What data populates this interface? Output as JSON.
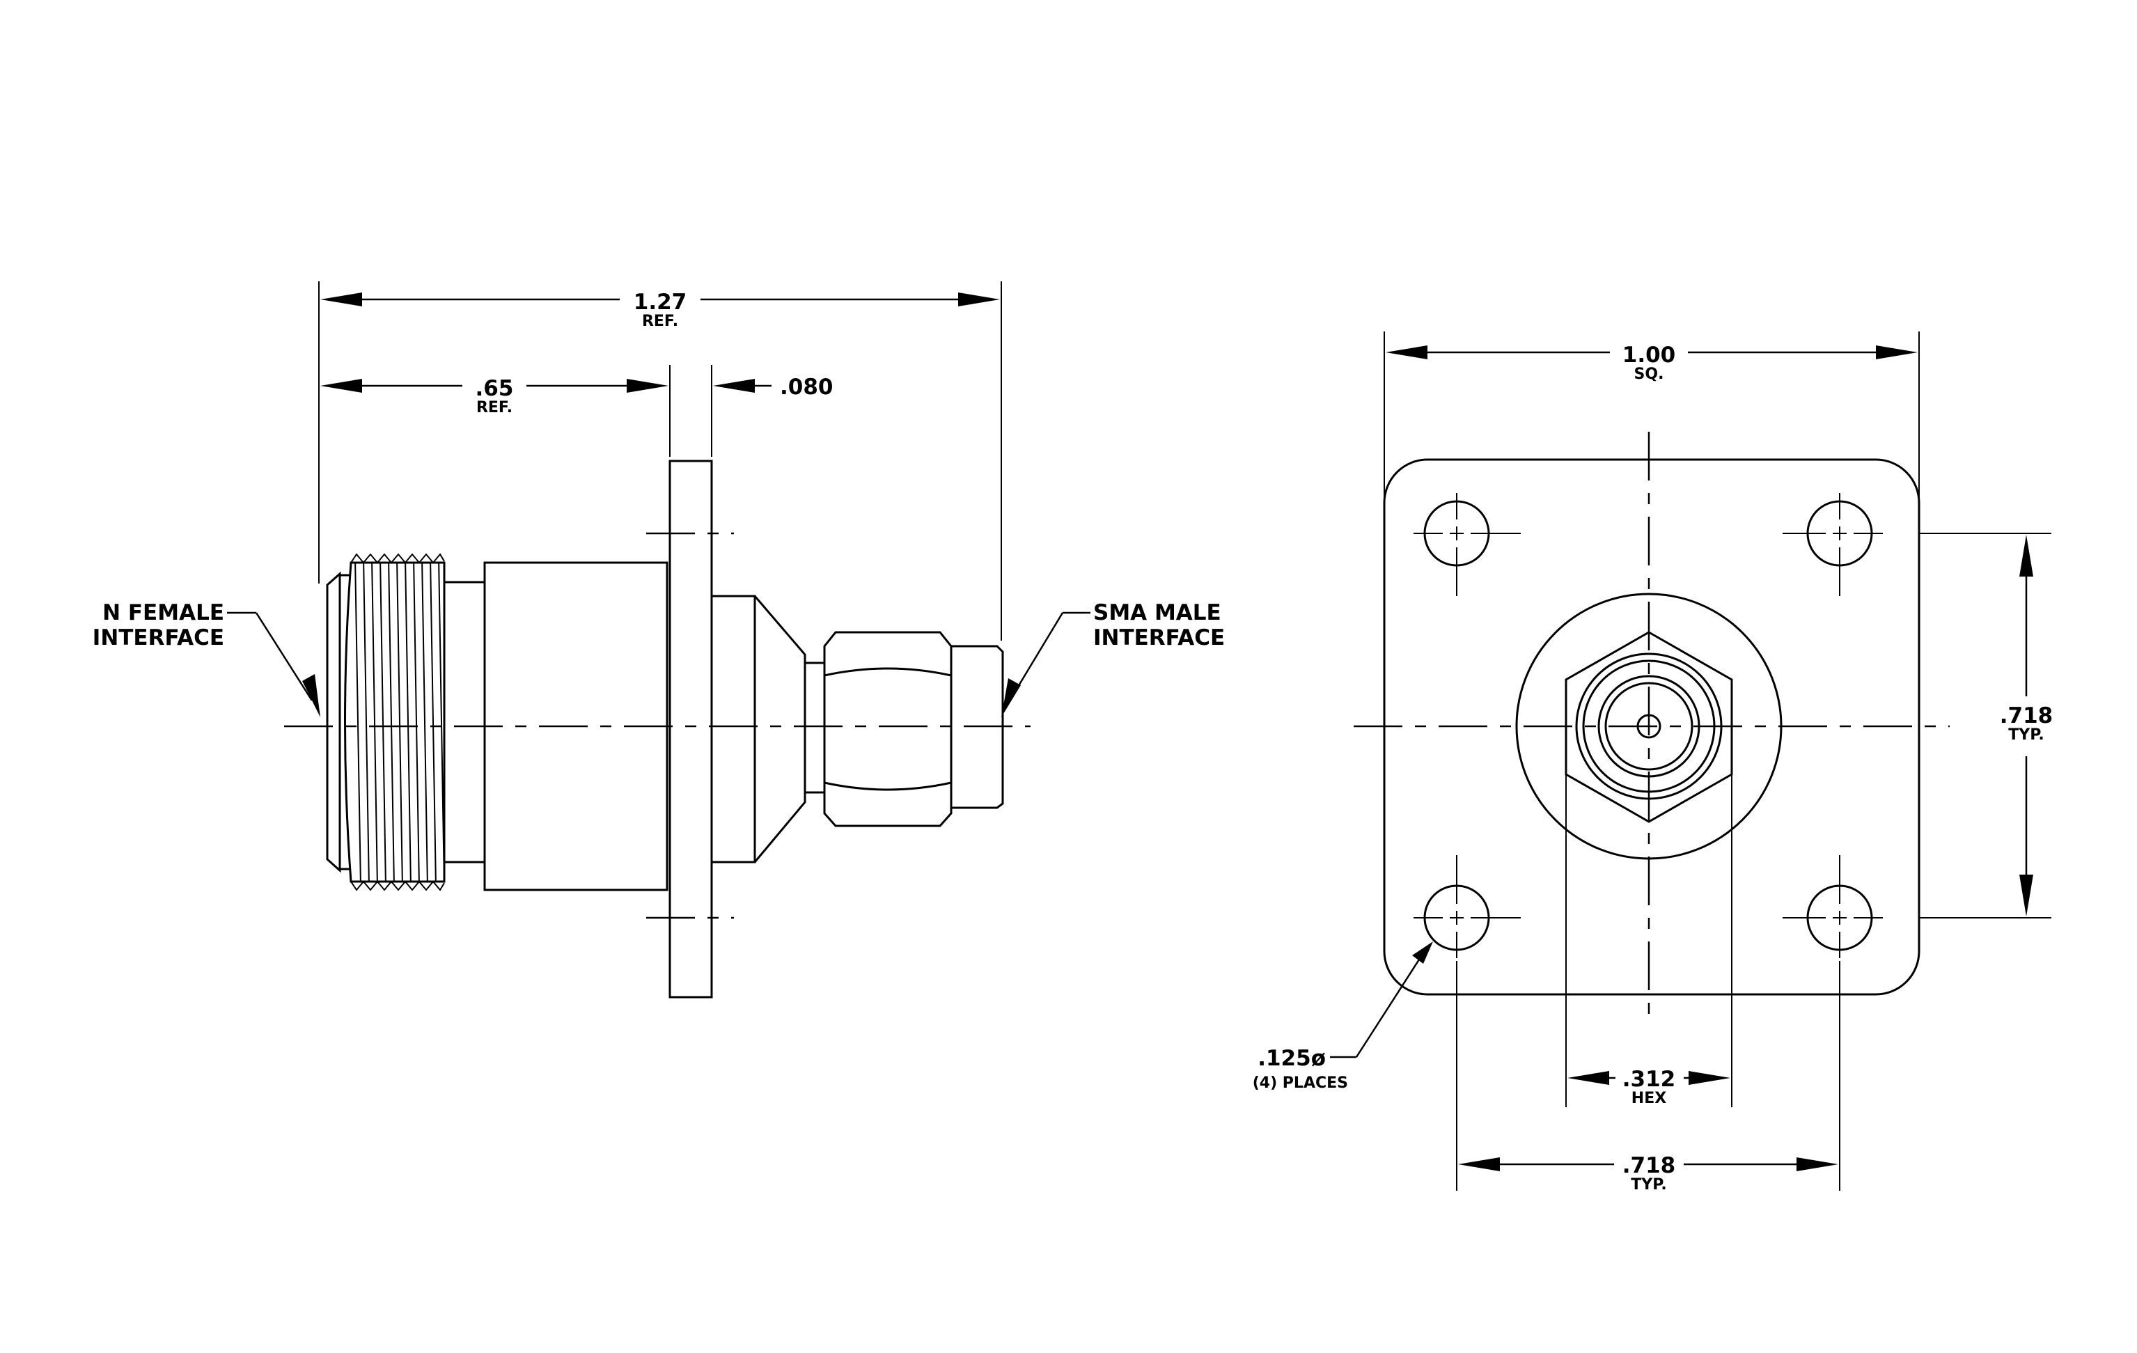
{
  "side_view": {
    "overall_length": {
      "value": "1.27",
      "note": "REF."
    },
    "n_section_length": {
      "value": ".65",
      "note": "REF."
    },
    "flange_thickness": {
      "value": ".080"
    },
    "left_interface": {
      "line1": "N FEMALE",
      "line2": "INTERFACE"
    },
    "right_interface": {
      "line1": "SMA MALE",
      "line2": "INTERFACE"
    }
  },
  "front_view": {
    "flange_size": {
      "value": "1.00",
      "note": "SQ."
    },
    "vertical_spacing": {
      "value": ".718",
      "note": "TYP."
    },
    "horizontal_spacing": {
      "value": ".718",
      "note": "TYP."
    },
    "hex_size": {
      "value": ".312",
      "note": "HEX"
    },
    "hole_diameter": {
      "value": ".125ø",
      "note": "(4) PLACES"
    }
  },
  "colors": {
    "line": "#000000",
    "background": "#ffffff"
  }
}
